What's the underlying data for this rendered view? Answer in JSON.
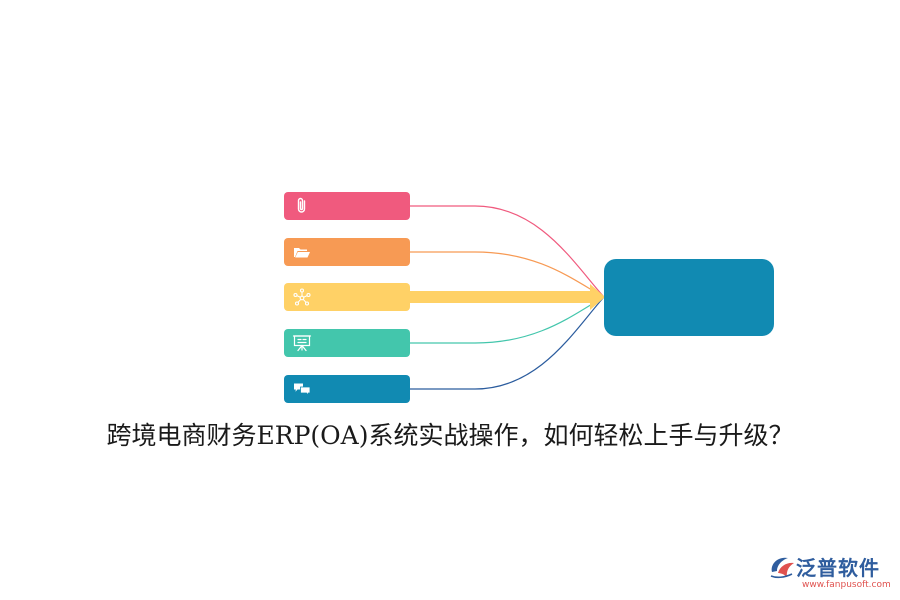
{
  "diagram": {
    "title": "跨境电商财务ERP(OA)系统实战操作，如何轻松上手与升级？",
    "background": "#ffffff",
    "left_items": [
      {
        "icon": "paperclip-icon",
        "color": "#f05a7e",
        "line_color": "#f05a7e"
      },
      {
        "icon": "folder-open-icon",
        "color": "#f79a54",
        "line_color": "#f79a54"
      },
      {
        "icon": "network-icon",
        "color": "#ffd166",
        "line_color": "#ffd166"
      },
      {
        "icon": "presentation-icon",
        "color": "#43c6ac",
        "line_color": "#43c6ac"
      },
      {
        "icon": "chat-bubbles-icon",
        "color": "#118ab2",
        "line_color": "#2b5c9e"
      }
    ],
    "target_node": {
      "color": "#118ab2"
    },
    "highlight_arrow_color": "#ffd166"
  },
  "brand": {
    "name": "泛普软件",
    "url": "www.fanpusoft.com",
    "name_color": "#2f5d9e",
    "url_color": "#e0524f",
    "mark_colors": [
      "#2f5d9e",
      "#e0524f"
    ]
  }
}
